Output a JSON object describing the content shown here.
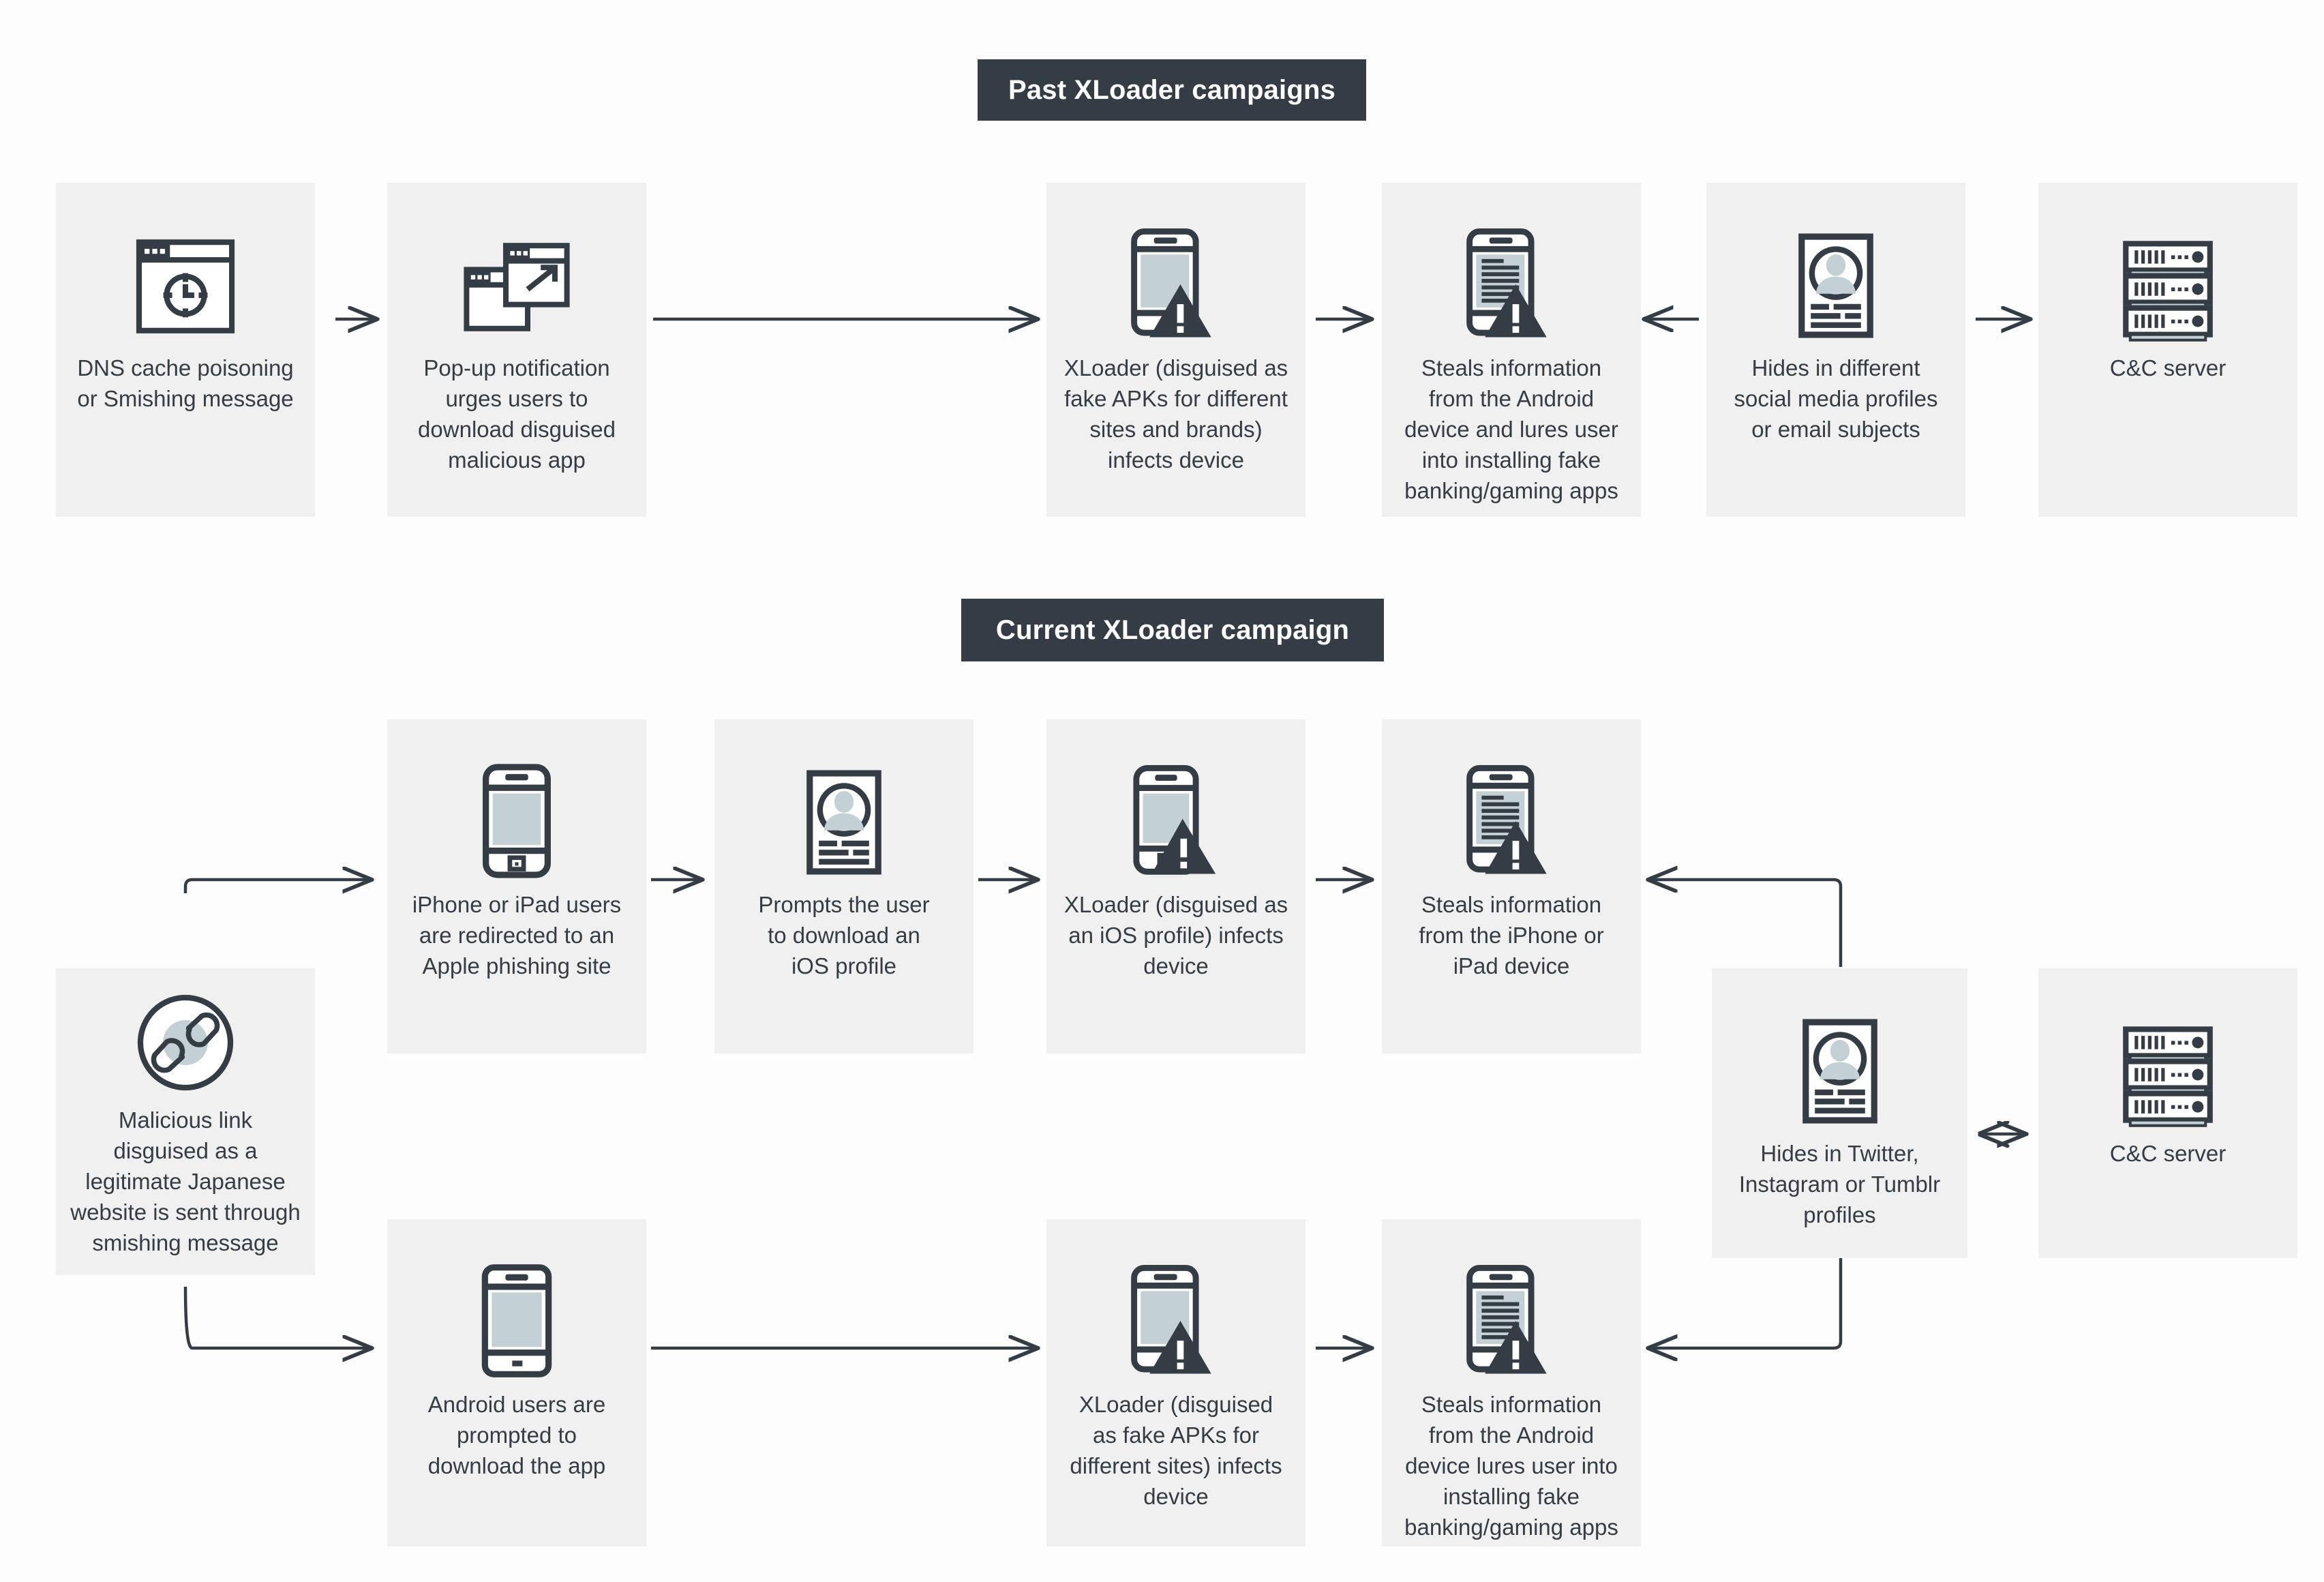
{
  "sections": [
    {
      "id": "past",
      "title": "Past XLoader campaigns"
    },
    {
      "id": "current",
      "title": "Current XLoader campaign"
    }
  ],
  "colors": {
    "header_bg": "#343d46",
    "header_text": "#ffffff",
    "node_bg": "#f0f0f0",
    "ink": "#343d46",
    "accent_light": "#c3d0d6",
    "page_bg": "#fdfdfd"
  },
  "past_campaign": {
    "nodes": [
      {
        "id": "dns",
        "icon": "browser-target-icon",
        "caption": "DNS cache poisoning\nor Smishing message"
      },
      {
        "id": "popup",
        "icon": "popup-windows-icon",
        "caption": "Pop-up notification\nurges users to\ndownload disguised\nmalicious app"
      },
      {
        "id": "xloader",
        "icon": "phone-warning-icon",
        "caption": "XLoader (disguised as\nfake APKs for different\nsites and brands)\ninfects device"
      },
      {
        "id": "steals",
        "icon": "phone-data-warning-icon",
        "caption": "Steals information\nfrom the Android\ndevice and lures user\ninto installing fake\nbanking/gaming apps"
      },
      {
        "id": "hides",
        "icon": "profile-card-icon",
        "caption": "Hides in different\nsocial media profiles\nor email subjects"
      },
      {
        "id": "cc",
        "icon": "server-rack-icon",
        "caption": "C&C server"
      }
    ],
    "links": [
      {
        "from": "dns",
        "to": "popup",
        "kind": "arrow-right"
      },
      {
        "from": "popup",
        "to": "xloader",
        "kind": "arrow-right-long"
      },
      {
        "from": "xloader",
        "to": "steals",
        "kind": "arrow-right"
      },
      {
        "from": "hides",
        "to": "steals",
        "kind": "arrow-left"
      },
      {
        "from": "hides",
        "to": "cc",
        "kind": "arrow-right"
      }
    ]
  },
  "current_campaign": {
    "nodes": [
      {
        "id": "link",
        "icon": "chain-link-icon",
        "caption": "Malicious link\ndisguised as a\nlegitimate Japanese\nwebsite is sent through\nsmishing message"
      },
      {
        "id": "ios_redirect",
        "icon": "iphone-icon",
        "caption": "iPhone or iPad users\nare redirected to an\nApple phishing site"
      },
      {
        "id": "ios_profile",
        "icon": "profile-card-icon",
        "caption": "Prompts the user\nto download an\niOS profile"
      },
      {
        "id": "ios_infect",
        "icon": "iphone-warning-icon",
        "caption": "XLoader (disguised as\nan iOS profile) infects\ndevice"
      },
      {
        "id": "ios_steal",
        "icon": "phone-data-warning-icon",
        "caption": "Steals information\nfrom the iPhone or\niPad device"
      },
      {
        "id": "and_prompt",
        "icon": "android-phone-icon",
        "caption": "Android users are\nprompted to\ndownload the app"
      },
      {
        "id": "and_infect",
        "icon": "phone-warning-icon",
        "caption": "XLoader (disguised\nas fake APKs for\ndifferent sites) infects\ndevice"
      },
      {
        "id": "and_steal",
        "icon": "phone-data-warning-icon",
        "caption": "Steals information\nfrom the Android\ndevice lures user into\ninstalling fake\nbanking/gaming apps"
      },
      {
        "id": "hides2",
        "icon": "profile-card-icon",
        "caption": "Hides in Twitter,\nInstagram or Tumblr\nprofiles"
      },
      {
        "id": "cc2",
        "icon": "server-rack-icon",
        "caption": "C&C server"
      }
    ],
    "links": [
      {
        "from": "link",
        "to": "ios_redirect",
        "kind": "elbow-up-right"
      },
      {
        "from": "link",
        "to": "and_prompt",
        "kind": "elbow-down-right"
      },
      {
        "from": "ios_redirect",
        "to": "ios_profile",
        "kind": "arrow-right"
      },
      {
        "from": "ios_profile",
        "to": "ios_infect",
        "kind": "arrow-right"
      },
      {
        "from": "ios_infect",
        "to": "ios_steal",
        "kind": "arrow-right"
      },
      {
        "from": "hides2",
        "to": "ios_steal",
        "kind": "elbow-left-up"
      },
      {
        "from": "and_prompt",
        "to": "and_infect",
        "kind": "arrow-right-long"
      },
      {
        "from": "and_infect",
        "to": "and_steal",
        "kind": "arrow-right"
      },
      {
        "from": "hides2",
        "to": "and_steal",
        "kind": "elbow-left-down"
      },
      {
        "from": "hides2",
        "to": "cc2",
        "kind": "arrow-bidirectional"
      }
    ]
  }
}
